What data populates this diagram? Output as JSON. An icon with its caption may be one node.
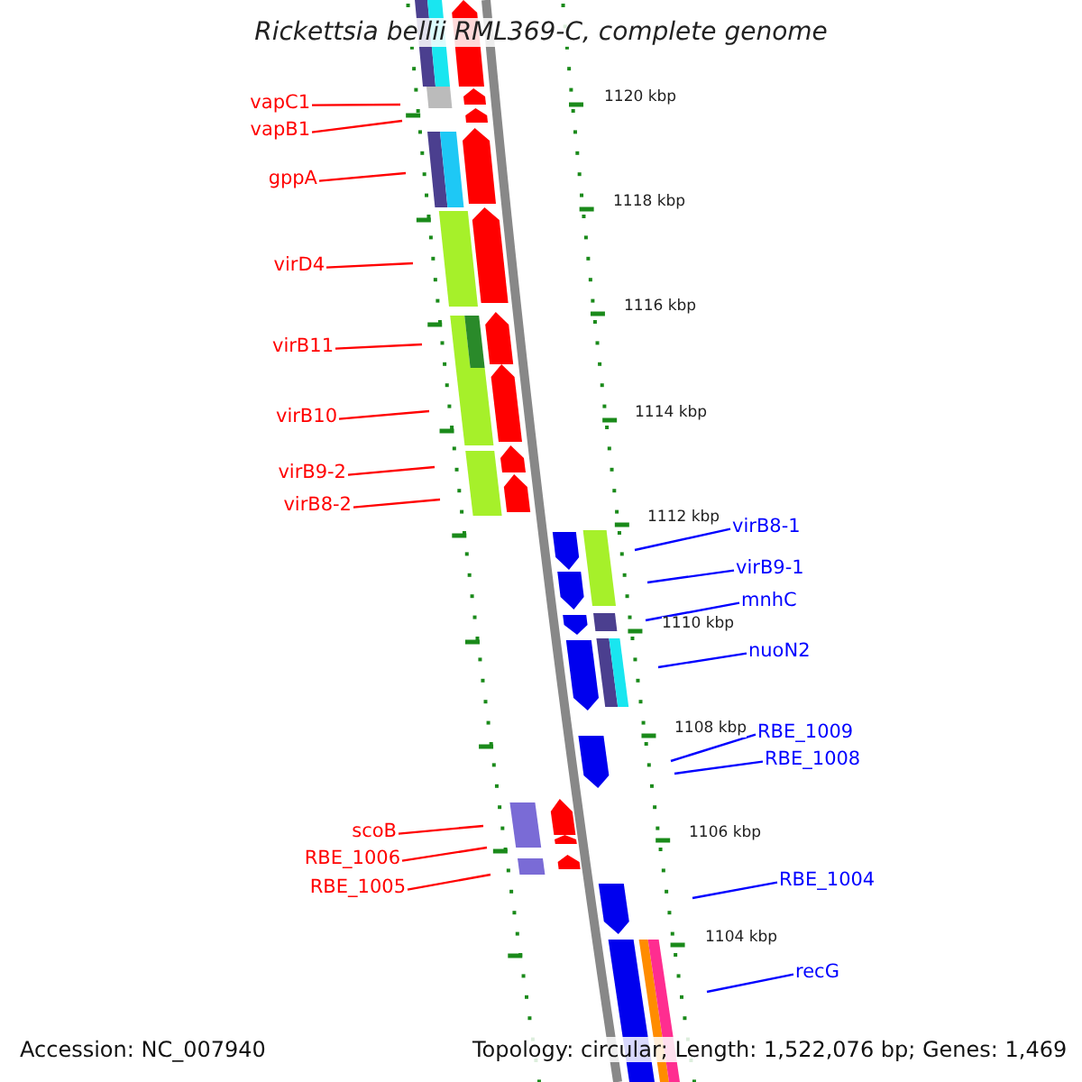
{
  "diagram": {
    "title": "Rickettsia bellii RML369-C, complete genome",
    "nodes": [
      {
        "text": [
          "vapC1"
        ]
      },
      {
        "text": [
          "vapB1"
        ]
      },
      {
        "text": [
          "gppA"
        ]
      },
      {
        "text": [
          "virD4"
        ]
      },
      {
        "text": [
          "virB11"
        ]
      },
      {
        "text": [
          "virB10"
        ]
      },
      {
        "text": [
          "virB9-2"
        ]
      },
      {
        "text": [
          "virB8-2"
        ]
      },
      {
        "text": [
          "scoB"
        ]
      },
      {
        "text": [
          "RBE_1006"
        ]
      },
      {
        "text": [
          "RBE_1005"
        ]
      },
      {
        "text": [
          "virB8-1"
        ]
      },
      {
        "text": [
          "virB9-1"
        ]
      },
      {
        "text": [
          "mnhC"
        ]
      },
      {
        "text": [
          "nuoN2"
        ]
      },
      {
        "text": [
          "RBE_1009"
        ]
      },
      {
        "text": [
          "RBE_1008"
        ]
      },
      {
        "text": [
          "RBE_1004"
        ]
      },
      {
        "text": [
          "recG"
        ]
      }
    ],
    "edges": [
      {
        "from": 0,
        "to": null,
        "arrow": "none"
      },
      {
        "from": 1,
        "to": null,
        "arrow": "none"
      },
      {
        "from": 2,
        "to": null,
        "arrow": "none"
      },
      {
        "from": 3,
        "to": null,
        "arrow": "none"
      },
      {
        "from": 4,
        "to": null,
        "arrow": "none"
      },
      {
        "from": 5,
        "to": null,
        "arrow": "none"
      },
      {
        "from": 6,
        "to": null,
        "arrow": "none"
      },
      {
        "from": 7,
        "to": null,
        "arrow": "none"
      },
      {
        "from": 8,
        "to": null,
        "arrow": "none"
      },
      {
        "from": 9,
        "to": null,
        "arrow": "none"
      },
      {
        "from": 10,
        "to": null,
        "arrow": "none"
      },
      {
        "from": 11,
        "to": null,
        "arrow": "none",
        "color": "#0000ff"
      },
      {
        "from": 12,
        "to": null,
        "arrow": "none",
        "color": "#0000ff"
      },
      {
        "from": 13,
        "to": null,
        "arrow": "none",
        "color": "#0000ff"
      },
      {
        "from": 14,
        "to": null,
        "arrow": "none",
        "color": "#0000ff"
      },
      {
        "from": 15,
        "to": null,
        "arrow": "none",
        "color": "#0000ff"
      },
      {
        "from": 16,
        "to": null,
        "arrow": "none",
        "color": "#0000ff"
      },
      {
        "from": 17,
        "to": null,
        "arrow": "none",
        "color": "#0000ff"
      },
      {
        "from": 18,
        "to": null,
        "arrow": "none",
        "color": "#0000ff"
      }
    ],
    "labels": [
      "1120 kbp",
      "1118 kbp",
      "1116 kbp",
      "1114 kbp",
      "1112 kbp",
      "1110 kbp",
      "1108 kbp",
      "1106 kbp",
      "1104 kbp",
      "Accession: NC_007940",
      "Topology: circular; Length: 1,522,076 bp; Genes: 1,469"
    ]
  }
}
